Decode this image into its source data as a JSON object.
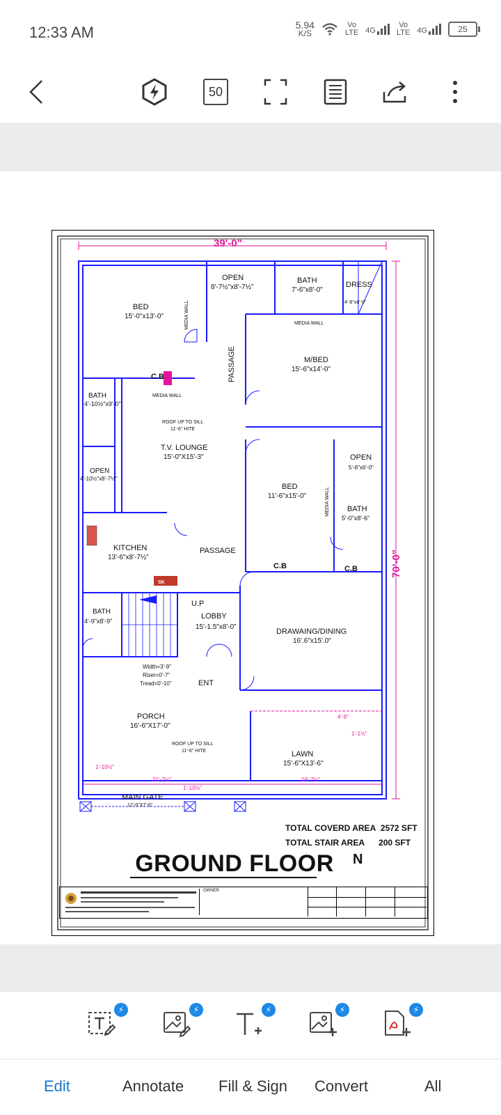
{
  "status_bar": {
    "time": "12:33 AM",
    "net_speed_value": "5.94",
    "net_speed_unit": "K/S",
    "sim1_label": "Vo",
    "sim1_sub": "LTE",
    "sim1_type": "4G",
    "sim2_label": "Vo",
    "sim2_sub": "LTE",
    "sim2_type": "4G",
    "battery": "25"
  },
  "toolbar": {
    "page_count": "50"
  },
  "drawing": {
    "overall_width": "39'-0\"",
    "overall_depth": "70'-0\"",
    "rooms": {
      "bed1": "BED",
      "bed1_size": "15'-0\"x13'-0\"",
      "open_top": "OPEN",
      "open_top_size": "8'-7½\"x8'-7½\"",
      "bath_top": "BATH",
      "bath_top_size": "7'-6\"x8'-0\"",
      "dress": "DRESS",
      "dress_size": "4'-8\"x8'-0\"",
      "mbed": "M/BED",
      "mbed_size": "15'-6\"x14'-0\"",
      "passage1": "PASSAGE",
      "cb1": "C.B",
      "bath_left": "BATH",
      "bath_left_size": "4'-10½\"x9'-0\"",
      "media_wall1": "MEDIA WALL",
      "media_wall2": "MEDIA WALL",
      "media_wall3": "MEDIA WALL",
      "media_wall4": "MEDIA WALL",
      "roof_note1": "ROOF UP TO SILL",
      "roof_note1b": "11'-6\" HITE",
      "tv_lounge": "T.V. LOUNGE",
      "tv_lounge_size": "15'-0\"X15'-3\"",
      "open_left": "OPEN",
      "open_left_size": "4'-10½\"x8'-7½\"",
      "open_right": "OPEN",
      "open_right_size": "5'-8\"x6'-0\"",
      "bed2": "BED",
      "bed2_size": "11'-6\"x15'-0\"",
      "bath_right": "BATH",
      "bath_right_size": "5'-0\"x8'-6\"",
      "kitchen": "KITCHEN",
      "kitchen_size": "13'-6\"x8'-7½\"",
      "passage2": "PASSAGE",
      "cb2": "C.B",
      "cb3": "C.B",
      "bath_lower": "BATH",
      "bath_lower_size": "4'-9\"x8'-9\"",
      "up": "U.P",
      "lobby": "LOBBY",
      "lobby_size": "15'-1.5\"x8'-0\"",
      "drawing_dining": "DRAWAING/DINING",
      "drawing_dining_size": "16'.6\"x15'.0\"",
      "stair_width": "Width=3'-9\"",
      "stair_riser": "Riser=0'-7\"",
      "stair_tread": "Tread=0'-10\"",
      "ent": "ENT",
      "porch": "PORCH",
      "porch_size": "16'-6\"X17'-0\"",
      "roof_note2": "ROOF UP TO SILL",
      "roof_note2b": "11'-6\" HITE",
      "lawn": "LAWN",
      "lawn_size": "15'-6\"X13'-6\"",
      "main_gate": "MAIN GATE",
      "main_gate_size": "12'-0\"X7'-6\"",
      "dim_left": "1'-10½\"",
      "dim_bottom1": "21'-7½\"",
      "dim_bottom2": "16'-7½\"",
      "dim_gate": "1'-10½\"",
      "dim_small1": "4'-9\"",
      "dim_small2": "1'-1½\""
    },
    "total_covered_label": "TOTAL COVERD AREA",
    "total_covered_value": "2572 SFT",
    "total_stair_label": "TOTAL STAIR AREA",
    "total_stair_value": "200 SFT",
    "floor_title": "GROUND FLOOR",
    "north": "N",
    "owner_label": "OWNER"
  },
  "tools": [
    {
      "name": "edit-text-tool",
      "badge": "⚡"
    },
    {
      "name": "edit-image-tool",
      "badge": "⚡"
    },
    {
      "name": "add-text-tool",
      "badge": "⚡"
    },
    {
      "name": "add-image-tool",
      "badge": "⚡"
    },
    {
      "name": "pdf-tool",
      "badge": "⚡"
    }
  ],
  "bottom_nav": {
    "edit": "Edit",
    "annotate": "Annotate",
    "fill_sign": "Fill & Sign",
    "convert": "Convert",
    "all": "All"
  },
  "colors": {
    "plan_blue": "#1a1aff",
    "dim_magenta": "#e0179b",
    "accent_blue": "#1976d2"
  }
}
